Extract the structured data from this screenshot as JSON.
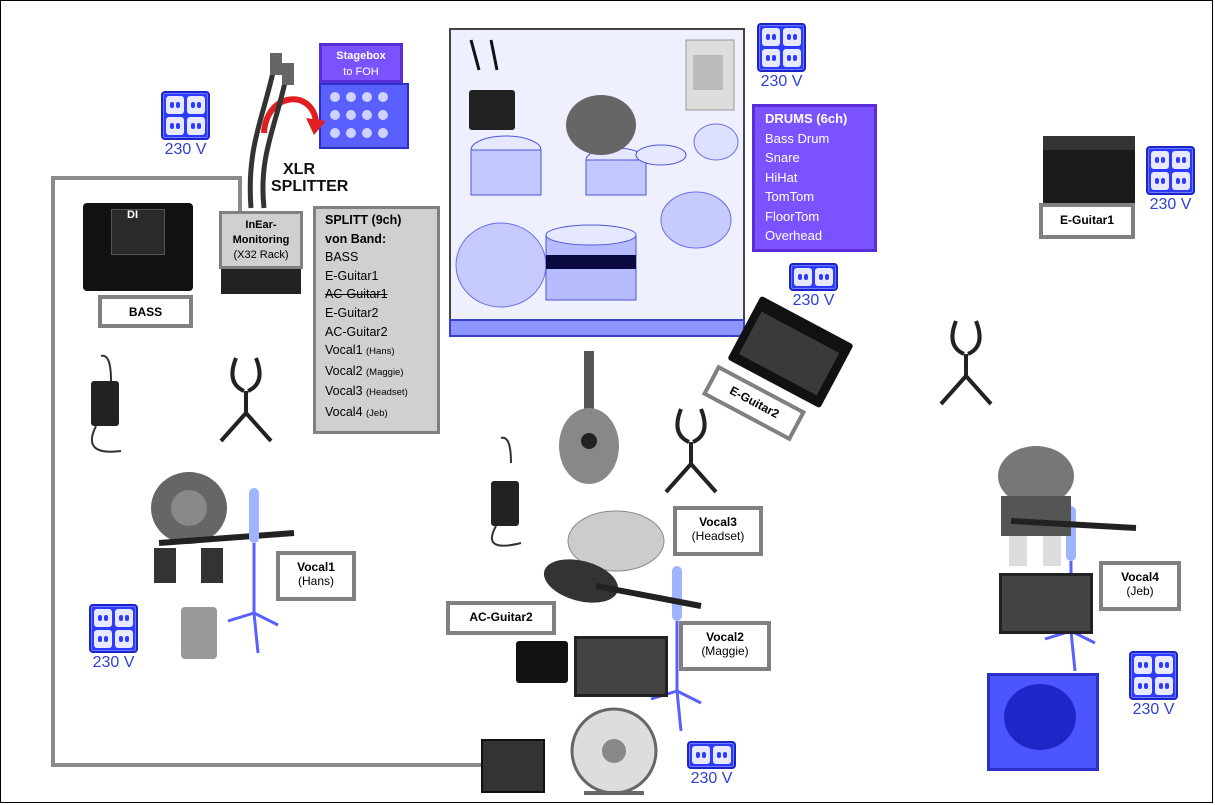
{
  "outlet_label": "230 V",
  "stagebox": {
    "title": "Stagebox",
    "sub": "to FOH"
  },
  "xlr_splitter": {
    "line1": "XLR",
    "line2": "SPLITTER"
  },
  "inear": {
    "line1": "InEar-",
    "line2": "Monitoring",
    "line3": "(X32 Rack)"
  },
  "splitt": {
    "title": "SPLITT (9ch)",
    "subtitle": "von Band:",
    "items": [
      {
        "name": "BASS",
        "note": ""
      },
      {
        "name": "E-Guitar1",
        "note": ""
      },
      {
        "name": "AC-Guitar1",
        "note": "",
        "strike": true
      },
      {
        "name": "E-Guitar2",
        "note": ""
      },
      {
        "name": "AC-Guitar2",
        "note": ""
      },
      {
        "name": "Vocal1",
        "note": "(Hans)"
      },
      {
        "name": "Vocal2",
        "note": "(Maggie)"
      },
      {
        "name": "Vocal3",
        "note": "(Headset)"
      },
      {
        "name": "Vocal4",
        "note": "(Jeb)"
      }
    ]
  },
  "drums": {
    "title": "DRUMS (6ch)",
    "items": [
      "Bass Drum",
      "Snare",
      "HiHat",
      "TomTom",
      "FloorTom",
      "Overhead"
    ]
  },
  "labels": {
    "bass": "BASS",
    "eguitar1": "E-Guitar1",
    "eguitar2": "E-Guitar2",
    "acguitar2": "AC-Guitar2",
    "vocal1": {
      "name": "Vocal1",
      "sub": "(Hans)"
    },
    "vocal2": {
      "name": "Vocal2",
      "sub": "(Maggie)"
    },
    "vocal3": {
      "name": "Vocal3",
      "sub": "(Headset)"
    },
    "vocal4": {
      "name": "Vocal4",
      "sub": "(Jeb)"
    }
  },
  "di_text": "DI",
  "colors": {
    "outlet": "#2d3aff",
    "purple_box": "#7b52ff",
    "grey_box": "#d0d0d0",
    "label_border": "#808080",
    "equipment_blue": "#8f95ff"
  }
}
